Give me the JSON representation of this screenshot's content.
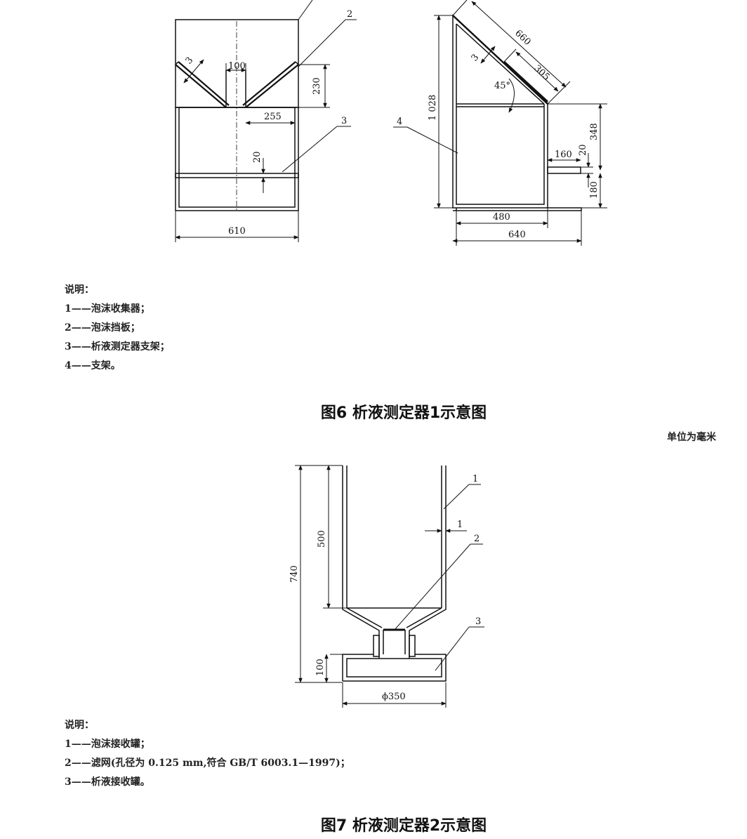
{
  "fig6": {
    "callouts": [
      "2",
      "3",
      "4"
    ],
    "dims": {
      "d3_left": "3",
      "d100": "100",
      "d230": "230",
      "d255": "255",
      "d20_left": "20",
      "d610": "610",
      "d660": "660",
      "d3_right": "3",
      "d305": "305",
      "angle": "45°",
      "d1028": "1 028",
      "d348": "348",
      "d160": "160",
      "d20_right": "20",
      "d180": "180",
      "d480": "480",
      "d640": "640"
    },
    "legend_title": "说明：",
    "legend": [
      "1——泡沫收集器；",
      "2——泡沫挡板；",
      "3——析液测定器支架；",
      "4——支架。"
    ],
    "caption": "图6 析液测定器1示意图"
  },
  "unit_note": "单位为毫米",
  "fig7": {
    "callouts": [
      "1",
      "2",
      "3"
    ],
    "dims": {
      "d740": "740",
      "d500": "500",
      "d1": "1",
      "d100": "100",
      "d350": "ϕ350"
    },
    "legend_title": "说明：",
    "legend": [
      "1——泡沫接收罐；",
      "2——滤网(孔径为 0.125 mm,符合 GB/T 6003.1—1997)；",
      "3——析液接收罐。"
    ],
    "caption": "图7 析液测定器2示意图"
  }
}
